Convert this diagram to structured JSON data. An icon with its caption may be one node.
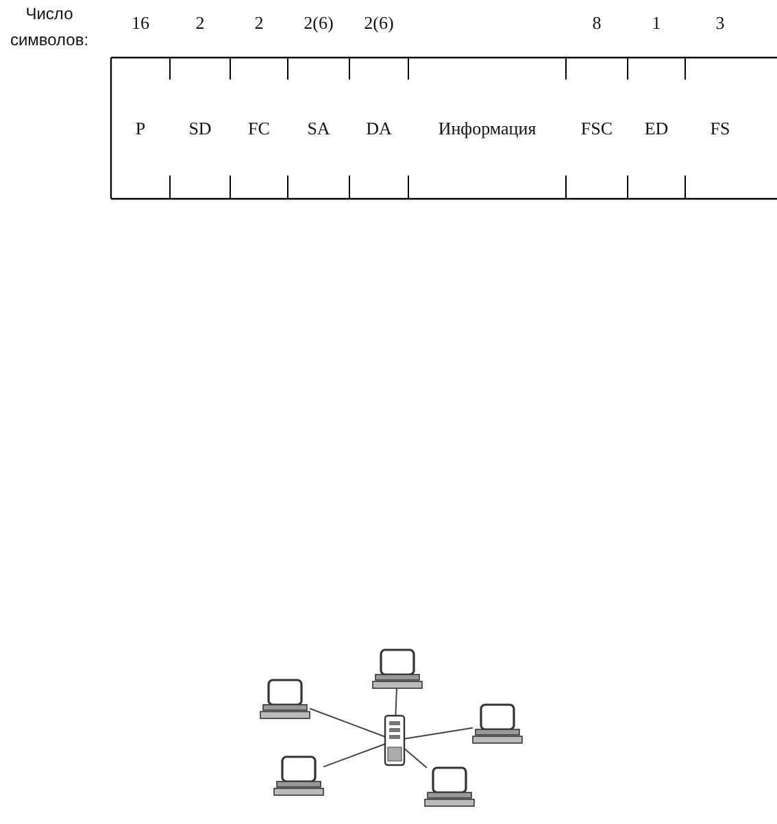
{
  "diagram": {
    "nodes": [
      {
        "text": [],
        "shape": "server"
      },
      {
        "text": [],
        "shape": "computer"
      },
      {
        "text": [],
        "shape": "computer"
      },
      {
        "text": [],
        "shape": "computer"
      },
      {
        "text": [],
        "shape": "computer"
      },
      {
        "text": [],
        "shape": "computer"
      }
    ],
    "edges": [
      {
        "from": 0,
        "to": 1,
        "arrow": "none"
      },
      {
        "from": 0,
        "to": 2,
        "arrow": "none"
      },
      {
        "from": 0,
        "to": 3,
        "arrow": "none"
      },
      {
        "from": 0,
        "to": 4,
        "arrow": "none"
      },
      {
        "from": 0,
        "to": 5,
        "arrow": "none"
      }
    ],
    "labels": [
      "Число символов:",
      "16",
      "2",
      "2",
      "2(6)",
      "2(6)",
      "8",
      "1",
      "3",
      "P",
      "SD",
      "FC",
      "SA",
      "DA",
      "Информация",
      "FSC",
      "ED",
      "FS"
    ]
  }
}
